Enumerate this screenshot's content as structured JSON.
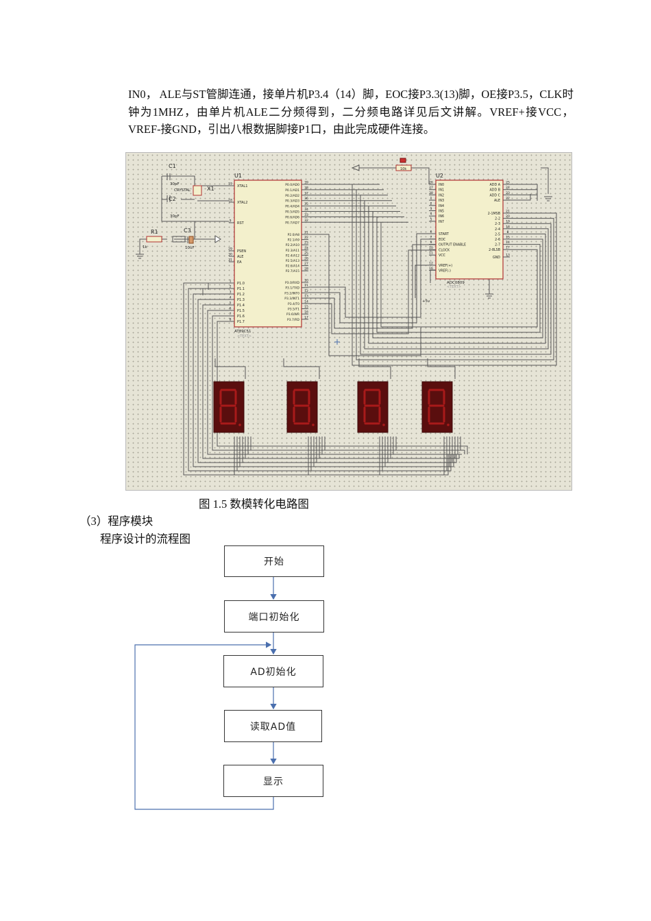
{
  "paragraph": "IN0， ALE与ST管脚连通，接单片机P3.4（14）脚，EOC接P3.3(13)脚，OE接P3.5，CLK时钟为1MHZ，由单片机ALE二分频得到，二分频电路详见后文讲解。VREF+接VCC，VREF-接GND，引出八根数据脚接P1口，由此完成硬件连接。",
  "figure": {
    "caption": "图 1.5   数模转化电路图",
    "labels": {
      "u1": "U1",
      "u2": "U2",
      "c1": "C1",
      "c2": "C2",
      "c3": "C3",
      "r1": "R1",
      "x1": "X1",
      "crystal": "CRYSTAL",
      "c1_val": "30pF",
      "c2_val": "30pF",
      "c3_val": "10uF",
      "r1_val": "1k",
      "u1_part": "AT89C51",
      "u2_part": "ADC0809",
      "rv": "10k",
      "plus5v": "+5v",
      "text_tag": "<TEXT>"
    },
    "u1_left_pins": [
      {
        "num": "19",
        "name": "XTAL1"
      },
      {
        "num": "18",
        "name": "XTAL2"
      },
      {
        "num": "9",
        "name": "RST"
      },
      {
        "num": "29",
        "name": "PSEN"
      },
      {
        "num": "30",
        "name": "ALE"
      },
      {
        "num": "31",
        "name": "EA"
      },
      {
        "num": "1",
        "name": "P1.0"
      },
      {
        "num": "2",
        "name": "P1.1"
      },
      {
        "num": "3",
        "name": "P1.2"
      },
      {
        "num": "4",
        "name": "P1.3"
      },
      {
        "num": "5",
        "name": "P1.4"
      },
      {
        "num": "6",
        "name": "P1.5"
      },
      {
        "num": "7",
        "name": "P1.6"
      },
      {
        "num": "8",
        "name": "P1.7"
      }
    ],
    "u1_right_pins": [
      {
        "num": "39",
        "name": "P0.0/AD0"
      },
      {
        "num": "38",
        "name": "P0.1/AD1"
      },
      {
        "num": "37",
        "name": "P0.2/AD2"
      },
      {
        "num": "36",
        "name": "P0.3/AD3"
      },
      {
        "num": "35",
        "name": "P0.4/AD4"
      },
      {
        "num": "34",
        "name": "P0.5/AD5"
      },
      {
        "num": "33",
        "name": "P0.6/AD6"
      },
      {
        "num": "32",
        "name": "P0.7/AD7"
      },
      {
        "num": "21",
        "name": "P2.0/A8"
      },
      {
        "num": "22",
        "name": "P2.1/A9"
      },
      {
        "num": "23",
        "name": "P2.2/A10"
      },
      {
        "num": "24",
        "name": "P2.3/A11"
      },
      {
        "num": "25",
        "name": "P2.4/A12"
      },
      {
        "num": "26",
        "name": "P2.5/A13"
      },
      {
        "num": "27",
        "name": "P2.6/A14"
      },
      {
        "num": "28",
        "name": "P2.7/A15"
      },
      {
        "num": "10",
        "name": "P3.0/RXD"
      },
      {
        "num": "11",
        "name": "P3.1/TXD"
      },
      {
        "num": "12",
        "name": "P3.2/INT0"
      },
      {
        "num": "13",
        "name": "P3.3/INT1"
      },
      {
        "num": "14",
        "name": "P3.4/T0"
      },
      {
        "num": "15",
        "name": "P3.5/T1"
      },
      {
        "num": "16",
        "name": "P3.6/WR"
      },
      {
        "num": "17",
        "name": "P3.7/RD"
      }
    ],
    "u2_left_pins": [
      {
        "num": "26",
        "name": "IN0"
      },
      {
        "num": "27",
        "name": "IN1"
      },
      {
        "num": "28",
        "name": "IN2"
      },
      {
        "num": "1",
        "name": "IN3"
      },
      {
        "num": "2",
        "name": "IN4"
      },
      {
        "num": "3",
        "name": "IN5"
      },
      {
        "num": "4",
        "name": "IN6"
      },
      {
        "num": "5",
        "name": "IN7"
      },
      {
        "num": "6",
        "name": "START"
      },
      {
        "num": "7",
        "name": "EOC"
      },
      {
        "num": "9",
        "name": "OUTPUT ENABLE"
      },
      {
        "num": "10",
        "name": "CLOCK"
      },
      {
        "num": "11",
        "name": "VCC"
      },
      {
        "num": "12",
        "name": "VREF(+)"
      },
      {
        "num": "16",
        "name": "VREF(-)"
      }
    ],
    "u2_right_pins": [
      {
        "num": "25",
        "name": "ADD A"
      },
      {
        "num": "24",
        "name": "ADD B"
      },
      {
        "num": "23",
        "name": "ADD C"
      },
      {
        "num": "22",
        "name": "ALE"
      },
      {
        "num": "21",
        "name": "2-1MSB"
      },
      {
        "num": "20",
        "name": "2-2"
      },
      {
        "num": "19",
        "name": "2-3"
      },
      {
        "num": "18",
        "name": "2-4"
      },
      {
        "num": "8",
        "name": "2-5"
      },
      {
        "num": "15",
        "name": "2-6"
      },
      {
        "num": "14",
        "name": "2-7"
      },
      {
        "num": "17",
        "name": "2-8LSB"
      },
      {
        "num": "13",
        "name": "GND"
      }
    ]
  },
  "section_heading": "（3）程序模块",
  "flow_heading": "程序设计的流程图",
  "flowchart": [
    {
      "id": "start",
      "label": "开始"
    },
    {
      "id": "port_init",
      "label": "端口初始化"
    },
    {
      "id": "ad_init",
      "label": "AD初始化"
    },
    {
      "id": "read_ad",
      "label": "读取AD值"
    },
    {
      "id": "display",
      "label": "显示"
    }
  ],
  "colors": {
    "grid_bg": "#e6e4d6",
    "wire": "#555555",
    "chip_border": "#b03030",
    "chip_fill": "#f3f0cc",
    "seg_dark": "#5a0e0e",
    "seg_on": "#b01818",
    "flow_line": "#4a6fae"
  }
}
